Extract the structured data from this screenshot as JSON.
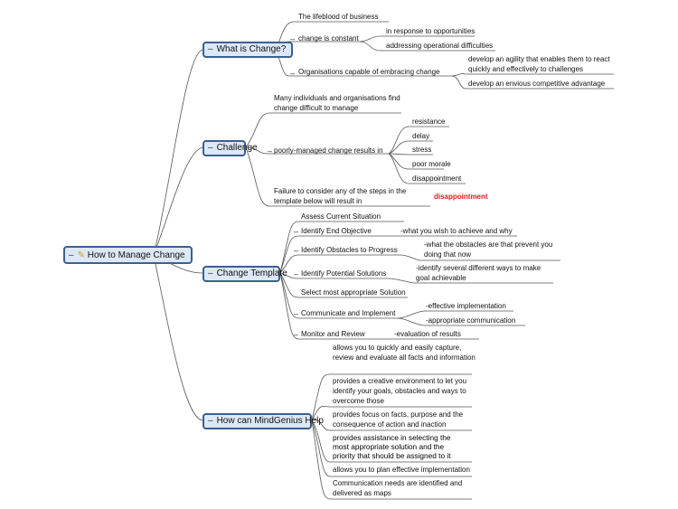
{
  "central": {
    "label": "How to Manage Change",
    "icon": "pencil-icon"
  },
  "branches": {
    "what_is_change": {
      "label": "What is Change?",
      "items": {
        "lifeblood": "The lifeblood of business",
        "constant": "change is constant",
        "constant_children": [
          "in response to opportunities",
          "addressing operational difficulties"
        ],
        "embracing": "Organisations capable of embracing change",
        "embracing_children": [
          "develop an agility that enables them to react quickly and effectively to challenges",
          "develop an envious competitive advantage"
        ]
      }
    },
    "challenge": {
      "label": "Challenge",
      "items": {
        "difficult": "Many individuals and organisations find change difficult to manage",
        "poorly": "poorly-managed change results in",
        "poorly_children": [
          "resistance",
          "delay",
          "stress",
          "poor morale",
          "disappointment"
        ],
        "failure": "Failure to consider any of the steps in the template below will result in",
        "failure_result": "disappointment"
      }
    },
    "change_template": {
      "label": "Change Template",
      "items": {
        "assess": "Assess Current Situation",
        "end_objective": "Identify End Objective",
        "end_objective_note": "-what you wish to achieve and why",
        "obstacles": "Identify Obstacles to Progress",
        "obstacles_note": "-what the obstacles are that prevent you doing that now",
        "solutions": "Identify Potential Solutions",
        "solutions_note": "-identify several different ways to make goal achievable",
        "select": "Select most appropriate Solution",
        "communicate": "Communicate and Implement",
        "communicate_notes": [
          "-effective implementation",
          "-appropriate communication"
        ],
        "monitor": "Monitor and Review",
        "monitor_note": "-evaluation of results"
      }
    },
    "mindgenius": {
      "label": "How can MindGenius Help",
      "items": [
        "allows you to quickly and easily capture, review and evaluate all facts and information",
        "provides a creative environment to let you identify your goals, obstacles and ways to overcome those",
        "provides focus on facts, purpose and the consequence of action and inaction",
        "provides assistance in selecting the most appropriate solution and the priority that should be assigned to it",
        "allows you to plan effective implementation",
        "Communication needs are identified and delivered as maps"
      ]
    }
  },
  "colors": {
    "node_border": "#3b5f92",
    "node_fill": "#dde8f6",
    "line": "#555555",
    "highlight": "#e01818"
  }
}
